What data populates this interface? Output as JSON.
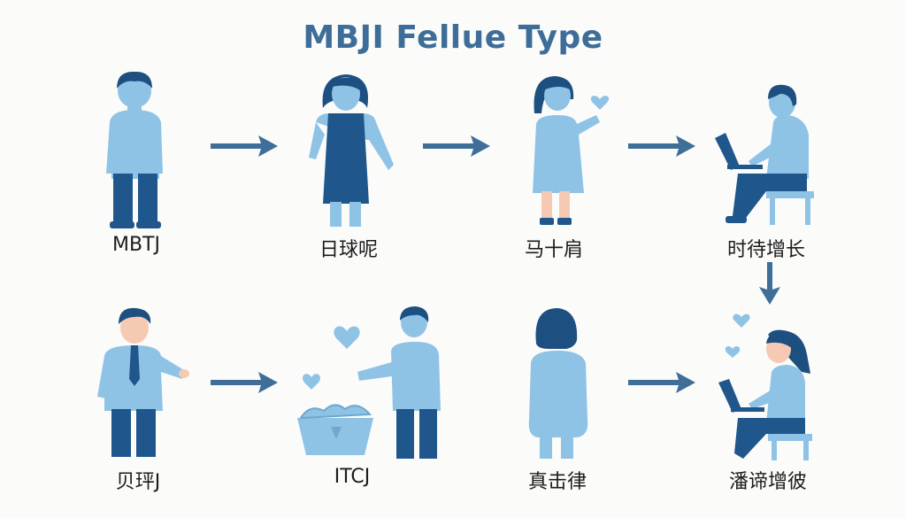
{
  "title": "MBJI Fellue Type",
  "colors": {
    "light": "#8fc3e5",
    "dark": "#1f568c",
    "skin": "#f6c9b2",
    "hair": "#1d4f80",
    "arrow": "#3f6e99",
    "title": "#3d6d98"
  },
  "nodes": [
    {
      "label": "MBTJ",
      "icon": "standing-man-icon"
    },
    {
      "label": "日球呢",
      "icon": "woman-dress-icon"
    },
    {
      "label": "马十肩",
      "icon": "girl-heart-icon"
    },
    {
      "label": "时待增长",
      "icon": "person-laptop-icon"
    },
    {
      "label": "贝玶J",
      "icon": "man-tie-icon"
    },
    {
      "label": "ITCJ",
      "icon": "person-basket-hearts-icon"
    },
    {
      "label": "真击律",
      "icon": "woman-back-icon"
    },
    {
      "label": "潘谛增彼",
      "icon": "woman-laptop-hearts-icon"
    }
  ]
}
